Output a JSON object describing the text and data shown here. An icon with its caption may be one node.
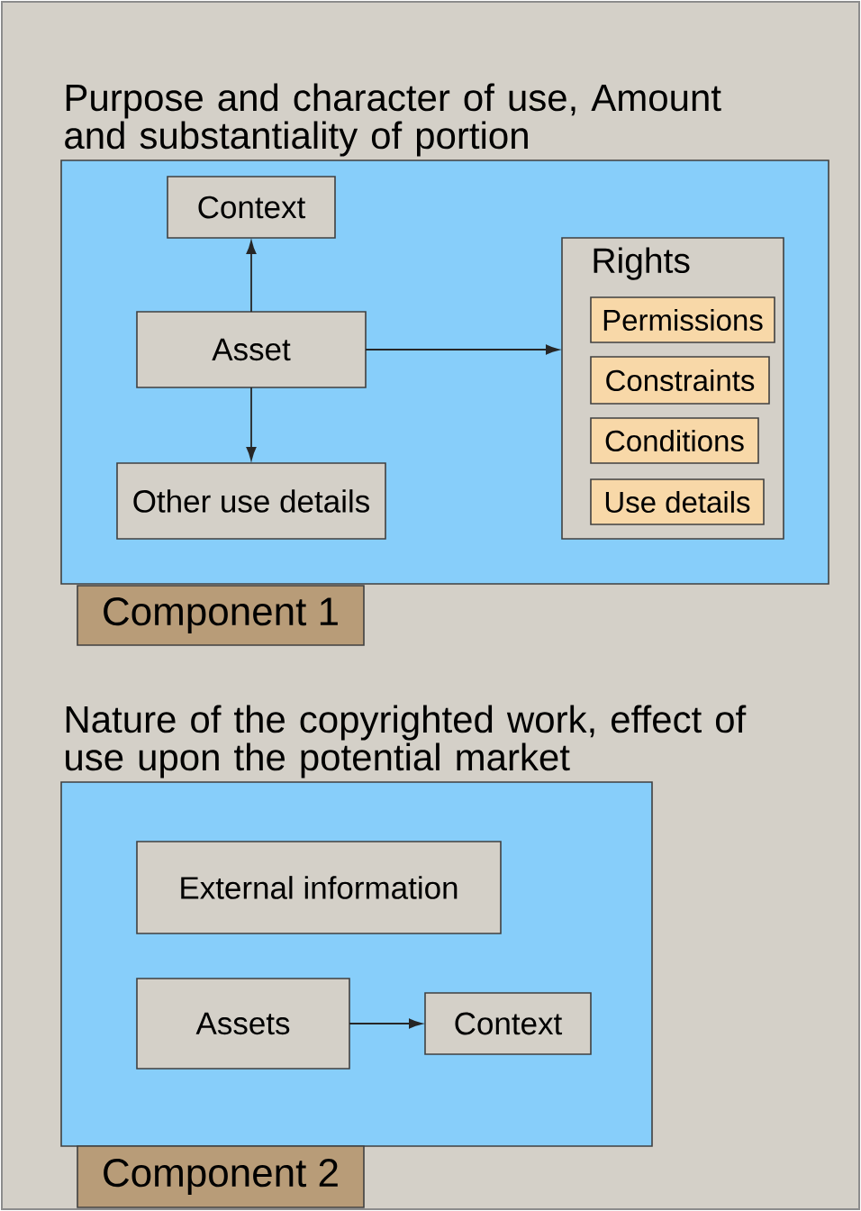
{
  "diagram": {
    "nodes": [
      {
        "text": [
          "Purpose and character of use, Amount and substantiality of portion"
        ]
      },
      {
        "text": [
          "Context"
        ],
        "in": 0
      },
      {
        "text": [
          "Asset"
        ],
        "in": 0
      },
      {
        "text": [
          "Other use details"
        ],
        "in": 0
      },
      {
        "text": [
          "Rights"
        ],
        "in": 0
      },
      {
        "text": [
          "Permissions"
        ],
        "in": 4
      },
      {
        "text": [
          "Constraints"
        ],
        "in": 4
      },
      {
        "text": [
          "Conditions"
        ],
        "in": 4
      },
      {
        "text": [
          "Use details"
        ],
        "in": 4
      },
      {
        "text": [
          "Component 1"
        ]
      },
      {
        "text": [
          "Nature of the copyrighted work, effect of use upon the potential market"
        ]
      },
      {
        "text": [
          "External information"
        ],
        "in": 10
      },
      {
        "text": [
          "Assets"
        ],
        "in": 10
      },
      {
        "text": [
          "Context"
        ],
        "in": 10
      },
      {
        "text": [
          "Component 2"
        ]
      }
    ],
    "edges": [
      {
        "from": 2,
        "to": 1,
        "arrow": "to"
      },
      {
        "from": 2,
        "to": 3,
        "arrow": "to"
      },
      {
        "from": 2,
        "to": 4,
        "arrow": "to"
      },
      {
        "from": 12,
        "to": 13,
        "arrow": "to"
      }
    ]
  }
}
